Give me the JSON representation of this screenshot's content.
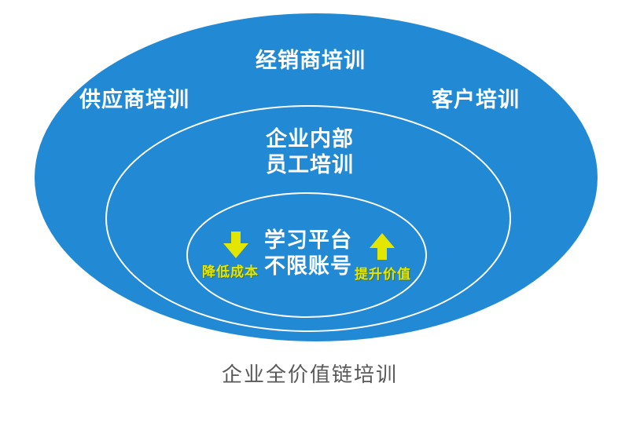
{
  "colors": {
    "ellipse_blue": "#2289d5",
    "ring_white": "#ffffff",
    "arrow_yellow": "#e2e600",
    "label_white": "#ffffff",
    "caption_gray": "#595959"
  },
  "diagram": {
    "outer_ring_labels": {
      "top": "经销商培训",
      "left": "供应商培训",
      "right": "客户培训"
    },
    "middle_ring_label": {
      "line1": "企业内部",
      "line2": "员工培训"
    },
    "inner_ring_label": {
      "line1": "学习平台",
      "line2": "不限账号"
    },
    "down_arrow_label": "降低成本",
    "up_arrow_label": "提升价值",
    "caption": "企业全价值链培训"
  }
}
